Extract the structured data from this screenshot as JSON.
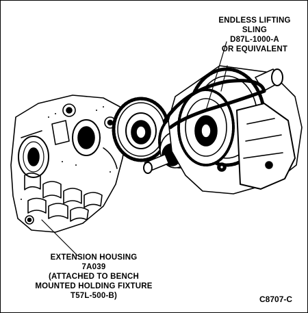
{
  "figure": {
    "code": "C8707-C",
    "callouts": {
      "lifting_sling": {
        "lines": [
          "ENDLESS LIFTING",
          "SLING",
          "D87L-1000-A",
          "OR EQUIVALENT"
        ]
      },
      "extension_housing": {
        "lines": [
          "EXTENSION HOUSING",
          "7A039",
          "(ATTACHED TO BENCH",
          "MOUNTED HOLDING FIXTURE",
          "T57L-500-B)"
        ]
      }
    }
  }
}
